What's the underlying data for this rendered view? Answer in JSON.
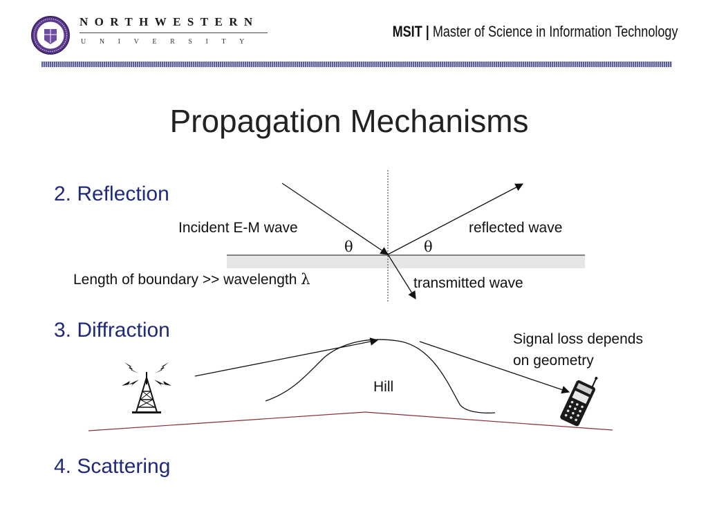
{
  "header": {
    "brand_top": "NORTHWESTERN",
    "brand_bottom": "UNIVERSITY",
    "program_abbr": "MSIT",
    "program_sep": "|",
    "program_name": "Master of Science in Information Technology"
  },
  "title": "Propagation Mechanisms",
  "sections": {
    "reflection": {
      "heading": "2. Reflection",
      "incident_label": "Incident E-M wave",
      "reflected_label": "reflected wave",
      "transmitted_label": "transmitted wave",
      "angle_symbol": "θ",
      "boundary_note_text": "Length of boundary >> wavelength ",
      "boundary_note_symbol": "λ"
    },
    "diffraction": {
      "heading": "3. Diffraction",
      "hill_label": "Hill",
      "loss_note_line1": "Signal loss depends",
      "loss_note_line2": "on geometry"
    },
    "scattering": {
      "heading": "4. Scattering"
    }
  },
  "colors": {
    "section_heading": "#1f2a7a",
    "ground_line": "#8b2c3a",
    "boundary_fill": "#e6e6e6"
  },
  "icons": [
    "northwestern-seal-icon",
    "radio-tower-icon",
    "cell-phone-icon"
  ]
}
